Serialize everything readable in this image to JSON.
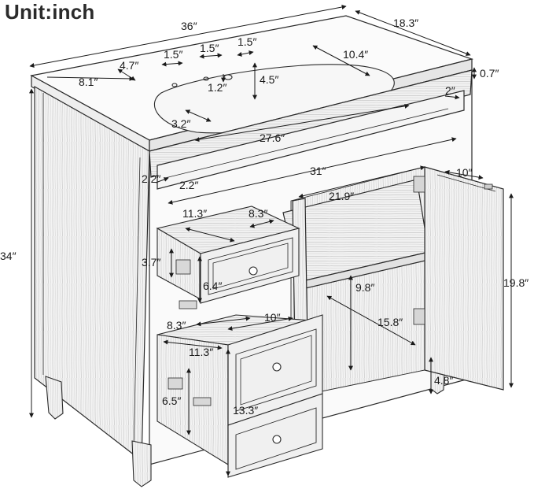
{
  "title": "Unit:inch",
  "dimensions": {
    "overall_width": "36″",
    "overall_depth": "18.3″",
    "top_thickness": "0.7″",
    "overall_height": "34″",
    "faucet_spacing_left": "1.5″",
    "faucet_spacing_mid": "1.5″",
    "faucet_spacing_right": "1.5″",
    "faucet_offset_depth": "4.7″",
    "sink_offset_left": "8.1″",
    "faucet_hole_diameter": "1.2″",
    "faucet_to_sink": "4.5″",
    "sink_to_right_edge": "10.4″",
    "backsplash_gap": "2″",
    "sink_front_margin": "3.2″",
    "sink_width": "27.6″",
    "frame_left_a": "2.2″",
    "frame_left_b": "2.2″",
    "cabinet_opening_width": "31″",
    "door_depth": "10″",
    "shelf_width": "21.9″",
    "top_drawer_depth": "11.3″",
    "top_drawer_width": "8.3″",
    "top_drawer_front_height": "3.7″",
    "top_drawer_inner_height": "6.4″",
    "shelf_clearance_top": "9.8″",
    "door_height": "19.8″",
    "bottom_drawer_width": "8.3″",
    "bottom_drawer_front_width": "10″",
    "bottom_drawer_depth": "11.3″",
    "shelf_clearance_bottom": "15.8″",
    "bottom_drawer_inner_height": "6.5″",
    "bottom_drawer_height": "13.3″",
    "leg_height": "4.8″"
  }
}
